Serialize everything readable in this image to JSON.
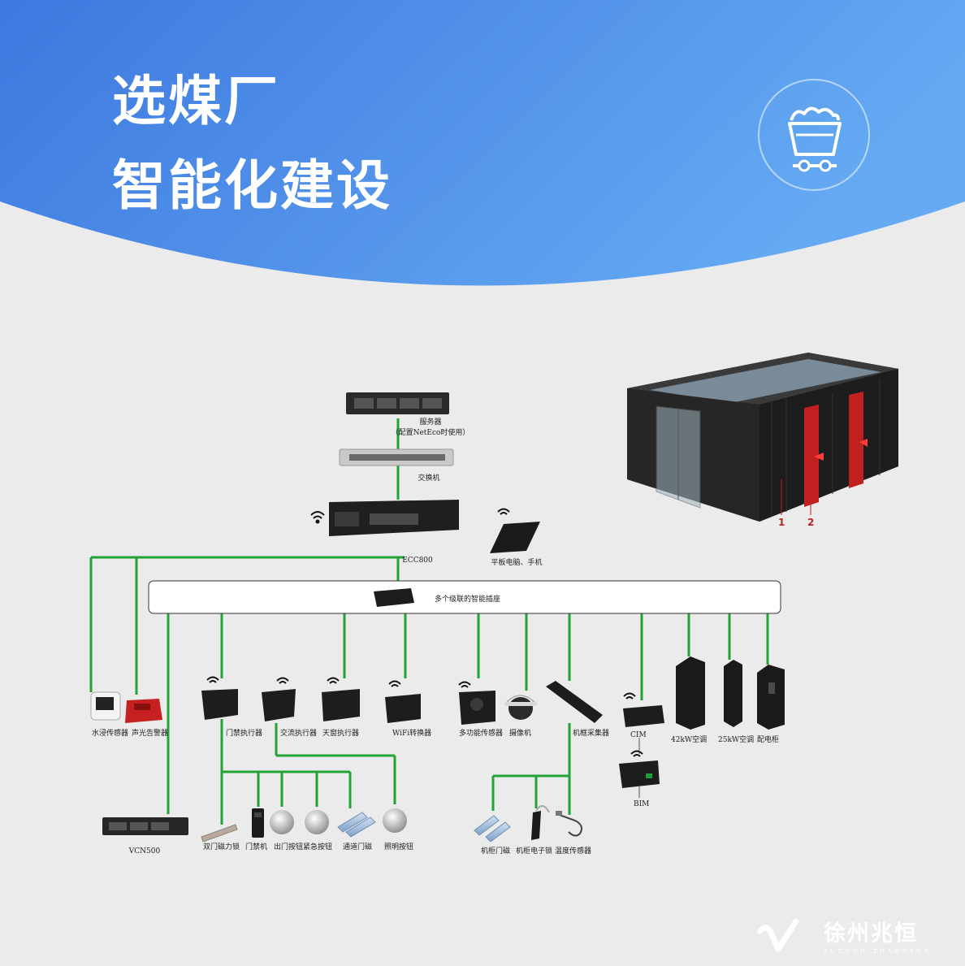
{
  "header": {
    "title_line1": "选煤厂",
    "title_line2": "智能化建设",
    "badge_icon": "coal-cart-icon",
    "gradient_start": "#3f7ae0",
    "gradient_end": "#63a8f2"
  },
  "diagram": {
    "line_color": "#21a336",
    "devices": {
      "server": "服务器",
      "server_note": "（配置NetEco时使用）",
      "switch": "交换机",
      "ecc": "ECC800",
      "tablet": "平板电脑、手机",
      "bus": "多个级联的智能插座",
      "water_sensor": "水浸传感器",
      "alarm": "声光告警器",
      "door_actuator": "门禁执行器",
      "ac_actuator": "交流执行器",
      "skylight_actuator": "天窗执行器",
      "wifi_converter": "WiFi转换器",
      "multi_sensor": "多功能传感器",
      "camera": "摄像机",
      "rack_collector": "机框采集器",
      "cim": "CIM",
      "bim": "BIM",
      "ac42": "42kW空调",
      "ac25": "25kW空调",
      "power_cabinet": "配电柜",
      "vcn": "VCN500",
      "double_lock": "双门磁力锁",
      "door_machine": "门禁机",
      "exit_button": "出门按钮",
      "emergency_button": "紧急按钮",
      "channel_magnet": "通道门磁",
      "light_button": "照明按钮",
      "rack_magnet": "机柜门磁",
      "rack_lock": "机柜电子锁",
      "temp_sensor": "温度传感器"
    },
    "module_markers": [
      "1",
      "2"
    ]
  },
  "logo": {
    "name": "徐州兆恒",
    "pinyin": "XUZHOU ZHAOHENG"
  }
}
